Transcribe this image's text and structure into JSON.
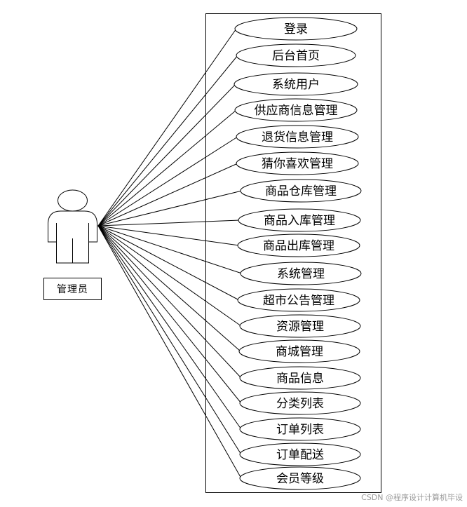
{
  "actor": {
    "name": "管理员"
  },
  "use_cases": [
    "登录",
    "后台首页",
    "系统用户",
    "供应商信息管理",
    "退货信息管理",
    "猜你喜欢管理",
    "商品仓库管理",
    "商品入库管理",
    "商品出库管理",
    "系统管理",
    "超市公告管理",
    "资源管理",
    "商城管理",
    "商品信息",
    "分类列表",
    "订单列表",
    "订单配送",
    "会员等级"
  ],
  "watermark": "CSDN @程序设计计算机毕设"
}
